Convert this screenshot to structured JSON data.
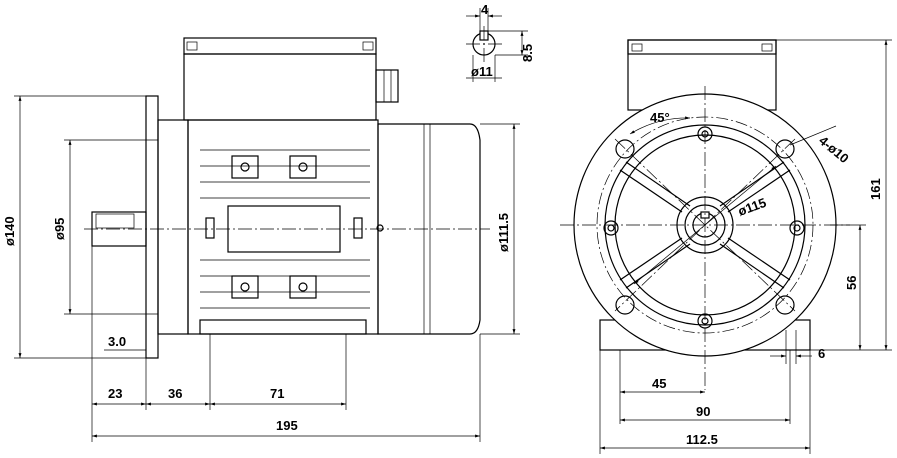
{
  "dimensions": {
    "keyway_width": "4",
    "keyway_depth": "8.5",
    "shaft_diameter": "ø11",
    "flange_diameter": "ø140",
    "spigot_diameter": "ø95",
    "frame_diameter": "ø111.5",
    "spigot_depth": "3.0",
    "shaft_length": "23",
    "flange_to_foot_hole": "36",
    "foot_hole_spacing_axial": "71",
    "overall_length": "195",
    "bolt_angle": "45°",
    "flange_holes": "4-ø10",
    "pcd_diameter": "ø115",
    "overall_height": "161",
    "shaft_height": "56",
    "foot_thickness": "6",
    "half_foot_spacing": "45",
    "foot_hole_spacing": "90",
    "foot_width": "112.5"
  }
}
